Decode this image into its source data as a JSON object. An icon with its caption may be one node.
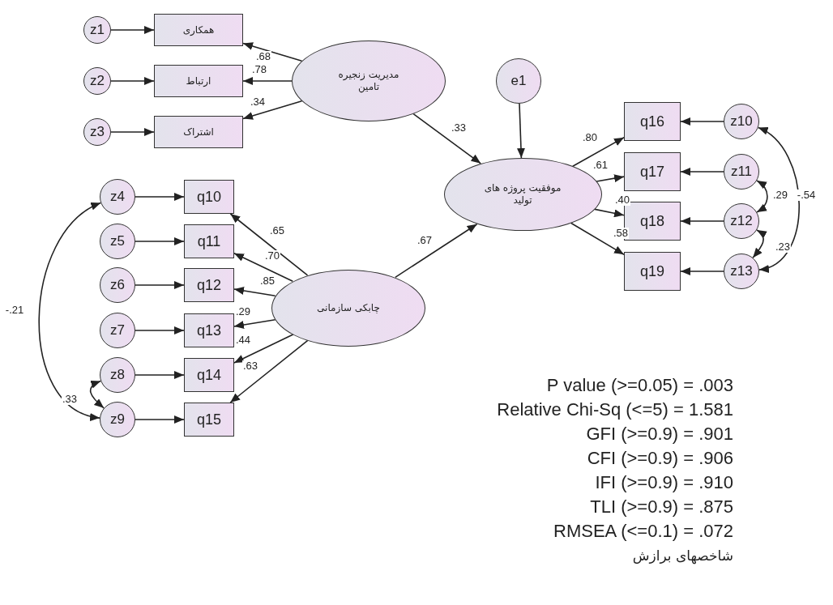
{
  "diagram": {
    "nodes": [
      {
        "text": [
          "z1"
        ]
      },
      {
        "text": [
          "همکاری"
        ]
      },
      {
        "text": [
          "مدیریت زنجیره تامین"
        ]
      },
      {
        "text": [
          "z2"
        ]
      },
      {
        "text": [
          "ارتباط"
        ]
      },
      {
        "text": [
          "z3"
        ]
      },
      {
        "text": [
          "اشتراک"
        ]
      },
      {
        "text": [
          "e1"
        ]
      },
      {
        "text": [
          "موفقیت پروژه های تولید"
        ]
      },
      {
        "text": [
          "q16"
        ]
      },
      {
        "text": [
          "z10"
        ]
      },
      {
        "text": [
          "q17"
        ]
      },
      {
        "text": [
          "z11"
        ]
      },
      {
        "text": [
          "q18"
        ]
      },
      {
        "text": [
          "z12"
        ]
      },
      {
        "text": [
          "q19"
        ]
      },
      {
        "text": [
          "z13"
        ]
      },
      {
        "text": [
          "z4"
        ]
      },
      {
        "text": [
          "q10"
        ]
      },
      {
        "text": [
          "z5"
        ]
      },
      {
        "text": [
          "q11"
        ]
      },
      {
        "text": [
          "z6"
        ]
      },
      {
        "text": [
          "q12"
        ]
      },
      {
        "text": [
          "چابکی سازمانی"
        ]
      },
      {
        "text": [
          "z7"
        ]
      },
      {
        "text": [
          "q13"
        ]
      },
      {
        "text": [
          "z8"
        ]
      },
      {
        "text": [
          "q14"
        ]
      },
      {
        "text": [
          "z9"
        ]
      },
      {
        "text": [
          "q15"
        ]
      }
    ],
    "edges": [
      {
        "from": 0,
        "to": 1,
        "arrow": "to"
      },
      {
        "from": 3,
        "to": 4,
        "arrow": "to"
      },
      {
        "from": 5,
        "to": 6,
        "arrow": "to"
      },
      {
        "from": 2,
        "to": 1,
        "arrow": "to",
        "label": ".68"
      },
      {
        "from": 2,
        "to": 4,
        "arrow": "to",
        "label": ".78"
      },
      {
        "from": 2,
        "to": 6,
        "arrow": "to",
        "label": ".34"
      },
      {
        "from": 2,
        "to": 8,
        "arrow": "to",
        "label": ".33"
      },
      {
        "from": 7,
        "to": 8,
        "arrow": "to"
      },
      {
        "from": 23,
        "to": 8,
        "arrow": "to",
        "label": ".67"
      },
      {
        "from": 8,
        "to": 9,
        "arrow": "to",
        "label": ".80"
      },
      {
        "from": 8,
        "to": 11,
        "arrow": "to",
        "label": ".61"
      },
      {
        "from": 8,
        "to": 13,
        "arrow": "to",
        "label": ".40"
      },
      {
        "from": 8,
        "to": 15,
        "arrow": "to",
        "label": ".58"
      },
      {
        "from": 10,
        "to": 9,
        "arrow": "to"
      },
      {
        "from": 12,
        "to": 11,
        "arrow": "to"
      },
      {
        "from": 14,
        "to": 13,
        "arrow": "to"
      },
      {
        "from": 16,
        "to": 15,
        "arrow": "to"
      },
      {
        "from": 17,
        "to": 18,
        "arrow": "to"
      },
      {
        "from": 19,
        "to": 20,
        "arrow": "to"
      },
      {
        "from": 21,
        "to": 22,
        "arrow": "to"
      },
      {
        "from": 24,
        "to": 25,
        "arrow": "to"
      },
      {
        "from": 26,
        "to": 27,
        "arrow": "to"
      },
      {
        "from": 28,
        "to": 29,
        "arrow": "to"
      },
      {
        "from": 23,
        "to": 18,
        "arrow": "to",
        "label": ".65"
      },
      {
        "from": 23,
        "to": 20,
        "arrow": "to",
        "label": ".70"
      },
      {
        "from": 23,
        "to": 22,
        "arrow": "to",
        "label": ".85"
      },
      {
        "from": 23,
        "to": 25,
        "arrow": "to",
        "label": ".29"
      },
      {
        "from": 23,
        "to": 27,
        "arrow": "to",
        "label": ".44"
      },
      {
        "from": 23,
        "to": 29,
        "arrow": "to",
        "label": ".63"
      },
      {
        "from": 17,
        "to": 28,
        "arrow": "both",
        "label": "-.21"
      },
      {
        "from": 26,
        "to": 28,
        "arrow": "both",
        "label": ".33"
      },
      {
        "from": 10,
        "to": 16,
        "arrow": "both",
        "label": "-.54"
      },
      {
        "from": 12,
        "to": 14,
        "arrow": "both",
        "label": ".29"
      },
      {
        "from": 14,
        "to": 16,
        "arrow": "both",
        "label": ".23"
      }
    ],
    "labels": [
      "P value (>=0.05) = .003",
      "Relative Chi-Sq (<=5) = 1.581",
      "GFI (>=0.9) = .901",
      "CFI (>=0.9) = .906",
      "IFI (>=0.9) = .910",
      "TLI (>=0.9) = .875",
      "RMSEA (<=0.1) = .072",
      "شاخصهای برازش"
    ]
  }
}
